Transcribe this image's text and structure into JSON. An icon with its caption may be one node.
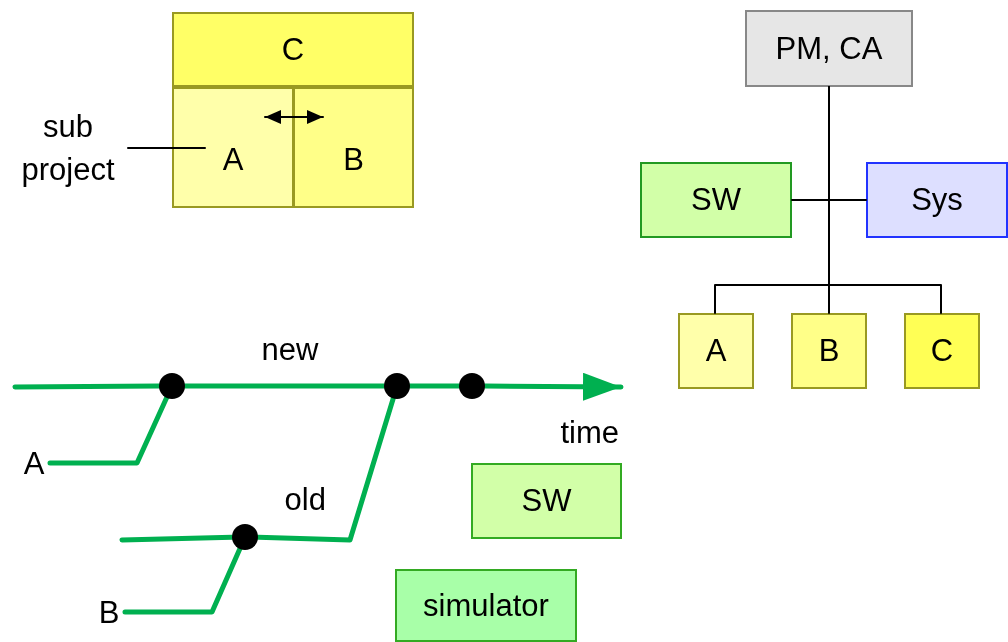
{
  "diagram": {
    "nodes": [
      {
        "text": [
          "C"
        ]
      },
      {
        "text": [
          "sub project"
        ]
      },
      {
        "text": [
          "A"
        ]
      },
      {
        "text": [
          "B"
        ]
      },
      {
        "text": [
          "PM, CA"
        ]
      },
      {
        "text": [
          "SW"
        ]
      },
      {
        "text": [
          "Sys"
        ]
      },
      {
        "text": [
          "A"
        ]
      },
      {
        "text": [
          "B"
        ]
      },
      {
        "text": [
          "C"
        ]
      },
      {
        "text": [],
        "shape": "circle"
      },
      {
        "text": [],
        "shape": "circle"
      },
      {
        "text": [],
        "shape": "circle"
      },
      {
        "text": [
          "A"
        ]
      },
      {
        "text": [],
        "shape": "circle"
      },
      {
        "text": [
          "B"
        ]
      },
      {
        "text": [
          "SW"
        ]
      },
      {
        "text": [
          "simulator"
        ]
      }
    ],
    "edges": [
      {
        "from": 1,
        "to": 2,
        "arrow": "none",
        "color": "#000000"
      },
      {
        "from": 2,
        "to": 3,
        "arrow": "both",
        "color": "#000000"
      },
      {
        "from": 4,
        "to": 5,
        "arrow": "none",
        "color": "#000000"
      },
      {
        "from": 4,
        "to": 6,
        "arrow": "none",
        "color": "#000000"
      },
      {
        "from": 4,
        "to": 7,
        "arrow": "none",
        "color": "#000000"
      },
      {
        "from": 4,
        "to": 8,
        "arrow": "none",
        "color": "#000000"
      },
      {
        "from": 4,
        "to": 9,
        "arrow": "none",
        "color": "#000000"
      },
      {
        "from": null,
        "to": 10,
        "arrow": "none"
      },
      {
        "from": 10,
        "to": 11,
        "label": "new",
        "arrow": "none"
      },
      {
        "from": 11,
        "to": 12,
        "arrow": "none"
      },
      {
        "from": 12,
        "to": null,
        "arrow": "to"
      },
      {
        "from": 13,
        "to": 10,
        "arrow": "none"
      },
      {
        "from": null,
        "to": 14,
        "arrow": "none"
      },
      {
        "from": 14,
        "to": 11,
        "label": "old",
        "arrow": "none"
      },
      {
        "from": 15,
        "to": 14,
        "arrow": "none"
      }
    ],
    "labels": [
      "time"
    ]
  }
}
